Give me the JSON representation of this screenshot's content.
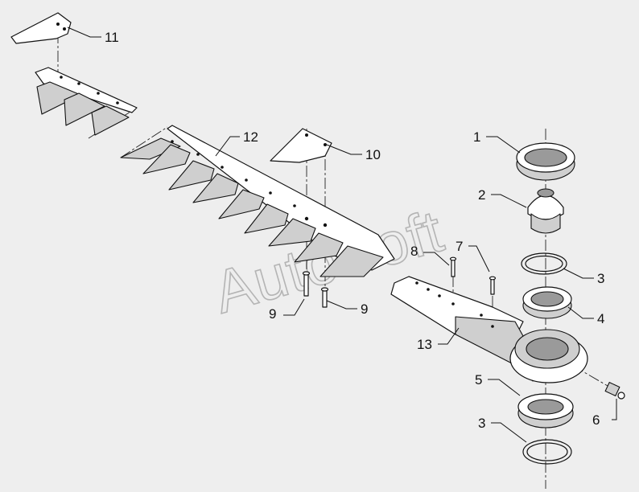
{
  "watermark": "AutoSoft",
  "callouts": [
    {
      "id": "1",
      "label": "1"
    },
    {
      "id": "2",
      "label": "2"
    },
    {
      "id": "3a",
      "label": "3"
    },
    {
      "id": "4",
      "label": "4"
    },
    {
      "id": "5",
      "label": "5"
    },
    {
      "id": "3b",
      "label": "3"
    },
    {
      "id": "6",
      "label": "6"
    },
    {
      "id": "7",
      "label": "7"
    },
    {
      "id": "8",
      "label": "8"
    },
    {
      "id": "9a",
      "label": "9"
    },
    {
      "id": "9b",
      "label": "9"
    },
    {
      "id": "10",
      "label": "10"
    },
    {
      "id": "11",
      "label": "11"
    },
    {
      "id": "12",
      "label": "12"
    },
    {
      "id": "13",
      "label": "13"
    }
  ]
}
